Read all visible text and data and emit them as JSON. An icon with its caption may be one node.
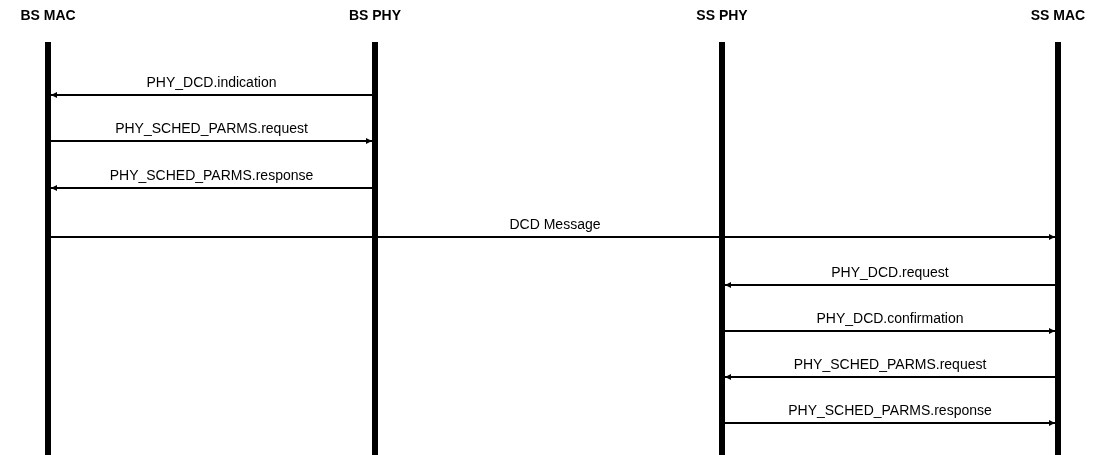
{
  "diagram": {
    "nodes": [
      {
        "text": [
          "BS MAC"
        ]
      },
      {
        "text": [
          "BS PHY"
        ]
      },
      {
        "text": [
          "SS PHY"
        ]
      },
      {
        "text": [
          "SS MAC"
        ]
      }
    ],
    "edges": [
      {
        "from": 1,
        "to": 0,
        "arrow": "to",
        "label": "PHY_DCD.indication"
      },
      {
        "from": 0,
        "to": 1,
        "arrow": "to",
        "label": "PHY_SCHED_PARMS.request"
      },
      {
        "from": 1,
        "to": 0,
        "arrow": "to",
        "label": "PHY_SCHED_PARMS.response"
      },
      {
        "from": 0,
        "to": 3,
        "arrow": "to",
        "label": "DCD Message"
      },
      {
        "from": 3,
        "to": 2,
        "arrow": "to",
        "label": "PHY_DCD.request"
      },
      {
        "from": 2,
        "to": 3,
        "arrow": "to",
        "label": "PHY_DCD.confirmation"
      },
      {
        "from": 3,
        "to": 2,
        "arrow": "to",
        "label": "PHY_SCHED_PARMS.request"
      },
      {
        "from": 2,
        "to": 3,
        "arrow": "to",
        "label": "PHY_SCHED_PARMS.response"
      }
    ]
  }
}
